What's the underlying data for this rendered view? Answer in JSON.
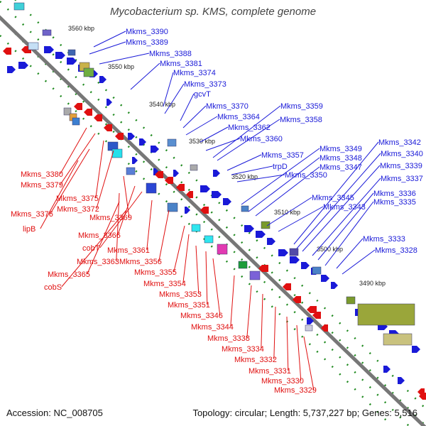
{
  "title": "Mycobacterium sp. KMS, complete genome",
  "accession": "Accession: NC_008705",
  "summary": "Topology: circular; Length: 5,737,227 bp; Genes: 5,516",
  "colors": {
    "forward": "#1a1ad8",
    "reverse": "#e01010",
    "backbone": "#777777",
    "tick": "#1f8a1f"
  },
  "scale_marks": [
    "3560 kbp",
    "3550 kbp",
    "3540 kbp",
    "3530 kbp",
    "3520 kbp",
    "3510 kbp",
    "3500 kbp",
    "3490 kbp"
  ],
  "forward_labels": [
    "Mkms_3390",
    "Mkms_3389",
    "Mkms_3388",
    "Mkms_3381",
    "Mkms_3374",
    "Mkms_3373",
    "gcvT",
    "Mkms_3370",
    "Mkms_3364",
    "Mkms_3362",
    "Mkms_3360",
    "Mkms_3359",
    "Mkms_3358",
    "Mkms_3357",
    "trpD",
    "Mkms_3350",
    "Mkms_3349",
    "Mkms_3348",
    "Mkms_3347",
    "Mkms_3345",
    "Mkms_3343",
    "Mkms_3342",
    "Mkms_3340",
    "Mkms_3339",
    "Mkms_3337",
    "Mkms_3336",
    "Mkms_3335",
    "Mkms_3333",
    "Mkms_3328"
  ],
  "reverse_labels": [
    "Mkms_3380",
    "Mkms_3379",
    "Mkms_3375",
    "Mkms_3372",
    "Mkms_3376",
    "lipB",
    "Mkms_3369",
    "Mkms_3366",
    "cobT",
    "Mkms_3361",
    "Mkms_3363",
    "Mkms_3356",
    "Mkms_3365",
    "cobS",
    "Mkms_3355",
    "Mkms_3354",
    "Mkms_3353",
    "Mkms_3351",
    "Mkms_3346",
    "Mkms_3344",
    "Mkms_3338",
    "Mkms_3334",
    "Mkms_3332",
    "Mkms_3331",
    "Mkms_3330",
    "Mkms_3329"
  ]
}
